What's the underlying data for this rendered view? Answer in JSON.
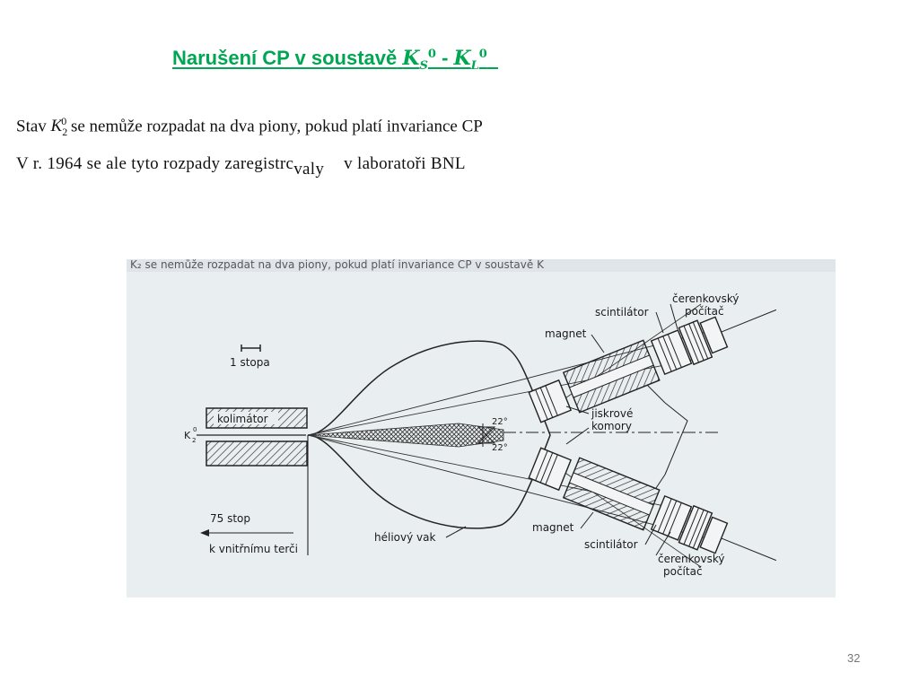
{
  "slide": {
    "title_text": "Narušení CP v soustavě",
    "title_k": "K",
    "title_sub_s": "S",
    "title_sup": "0",
    "title_dash": " - ",
    "title_sub_l": "L",
    "line1_pre": "Stav",
    "line1_k": "K",
    "line1_k_sub": "2",
    "line1_k_sup": "0",
    "line1_post": "se nemůže rozpadat na dva piony, pokud platí invariance CP",
    "line2_a": "V r. 1964 se ale tyto rozpady zaregistrc",
    "line2_b": "valy",
    "line2_c": "v laboratoři BNL",
    "page_number": "32"
  },
  "figure": {
    "top_scan_text": "K₂ se nemůže rozpadat na dva piony, pokud platí invariance CP v soustavě K",
    "scale_label": "1 stopa",
    "collimator_label": "kolimátor",
    "beam_label": "K",
    "beam_sub": "2",
    "beam_sup": "0",
    "angle_upper": "22°",
    "angle_lower": "22°",
    "spark_label_1": "jiskrové",
    "spark_label_2": "komory",
    "magnet_top": "magnet",
    "scint_top": "scintilátor",
    "cerenkov_top_1": "čerenkovský",
    "cerenkov_top_2": "počítač",
    "magnet_bottom": "magnet",
    "scint_bottom": "scintilátor",
    "cerenkov_bottom_1": "čerenkovský",
    "cerenkov_bottom_2": "počítač",
    "target_distance": "75 stop",
    "target_label": "k vnitřnímu terči",
    "helium_label": "héliový vak"
  },
  "colors": {
    "title": "#00a651",
    "scan_background": "#e9eef1",
    "ink": "#1a1a1a"
  }
}
